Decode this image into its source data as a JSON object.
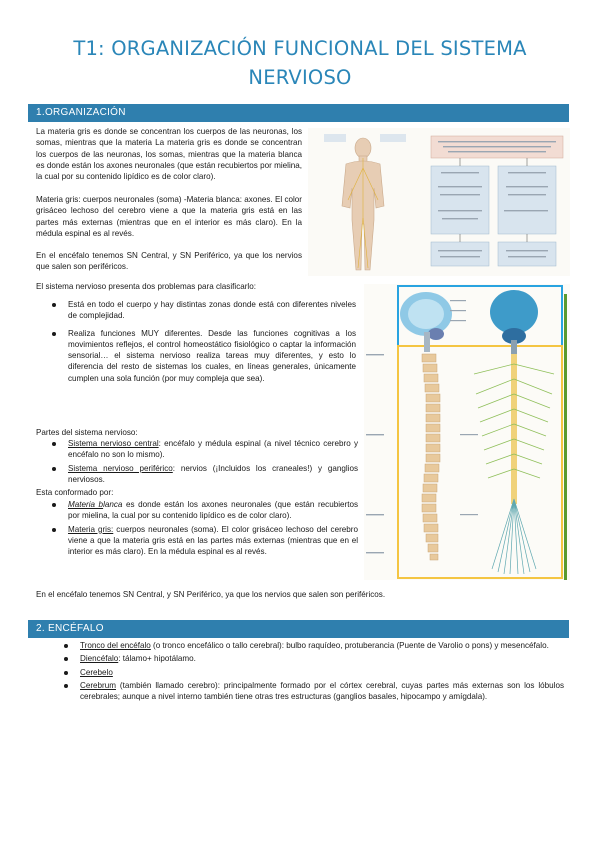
{
  "title": "T1: ORGANIZACIÓN FUNCIONAL DEL SISTEMA NERVIOSO",
  "sections": {
    "s1": {
      "heading": "1.ORGANIZACIÓN",
      "intro": "La materia gris es donde se concentran los cuerpos de las neuronas, los somas, mientras que la materia La materia gris es donde se concentran los cuerpos de las neuronas, los somas, mientras que la materia blanca es donde están los axones neuronales (que están recubiertos por mielina, la cual por su contenido lipídico es de color claro).",
      "p2": "Materia gris: cuerpos neuronales (soma) -Materia blanca: axones. El color grisáceo lechoso del cerebro viene a que la materia gris está en las partes más externas (mientras que en el interior es más claro). En la médula espinal es al revés.",
      "p3": "En el encéfalo tenemos SN Central, y SN Periférico, ya que los nervios que salen son periféricos.",
      "p4": "El sistema nervioso presenta dos problemas para clasificarlo:",
      "problems": [
        "Está en todo el cuerpo y hay distintas zonas donde está con diferentes niveles de complejidad.",
        "Realiza funciones MUY diferentes. Desde las funciones cognitivas a los movimientos reflejos, el control homeostático fisiológico o captar la información sensorial… el sistema nervioso realiza tareas muy diferentes, y esto lo diferencia del resto de sistemas los cuales, en líneas generales, únicamente cumplen una sola función (por muy compleja que sea)."
      ],
      "parts_label": "Partes del sistema nervioso:",
      "parts": [
        {
          "term": "Sistema nervioso central",
          "rest": ": encéfalo y médula espinal (a nivel técnico cerebro y encéfalo no son lo mismo)."
        },
        {
          "term": "Sistema nervioso periférico",
          "rest": ": nervios (¡Incluidos los craneales!) y ganglios nerviosos."
        }
      ],
      "formed_label": "Esta conformado por:",
      "formed": [
        {
          "term": "Materia b",
          "term_rest": "lanca",
          "rest": " es donde están los axones neuronales (que están recubiertos por mielina, la cual por su contenido lipídico es de color claro)."
        },
        {
          "term": "Materia gris:",
          "term_rest": "",
          "rest": " cuerpos neuronales (soma). El color grisáceo lechoso del cerebro viene a que la materia gris está en las partes más externas (mientras que en el interior es más claro). En la médula espinal es al revés."
        }
      ],
      "p5": "En el encéfalo tenemos SN Central, y SN Periférico, ya que los nervios que salen son periféricos."
    },
    "s2": {
      "heading": "2. ENCÉFALO",
      "items": [
        {
          "term": "Tronco del encéfalo",
          "rest": " (o tronco encefálico o tallo cerebral): bulbo raquídeo, protuberancia (Puente de Varolio o pons) y mesencéfalo."
        },
        {
          "term": "Diencéfalo",
          "rest": ": tálamo+ hipotálamo."
        },
        {
          "term": "Cerebelo",
          "rest": ""
        },
        {
          "term": "Cerebrum",
          "rest": " (también llamado cerebro): principalmente formado por el córtex cerebral, cuyas partes más externas son los lóbulos cerebrales; aunque a nivel interno también tiene otras tres estructuras (ganglios basales, hipocampo y amígdala)."
        }
      ]
    }
  },
  "colors": {
    "title": "#2a86b8",
    "section_bar": "#2f7fae",
    "highlight_blue": "#29a3e0",
    "highlight_yellow": "#f4c542",
    "highlight_green": "#5a9a2f"
  }
}
